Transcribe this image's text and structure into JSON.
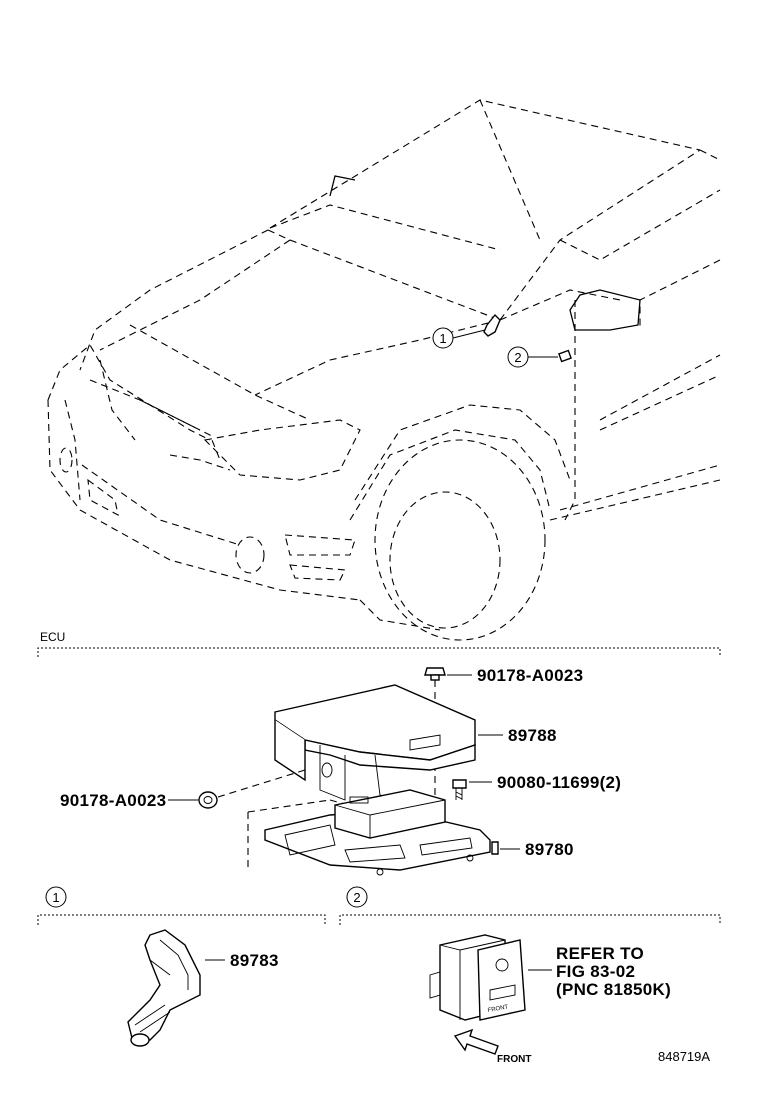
{
  "sections": {
    "ecu_label": "ECU",
    "callout_1": "1",
    "callout_2": "2"
  },
  "parts": {
    "bolt_top": "90178-A0023",
    "bolt_left": "90178-A0023",
    "cover": "89788",
    "screw": "90080-11699(2)",
    "ecu_unit": "89780",
    "sensor": "89783"
  },
  "refer": {
    "line1": "REFER TO",
    "line2": "FIG 83-02",
    "line3": "(PNC 81850K)"
  },
  "direction": {
    "front": "FRONT"
  },
  "switch_face_text": "FRONT",
  "illustration_id": "848719A"
}
